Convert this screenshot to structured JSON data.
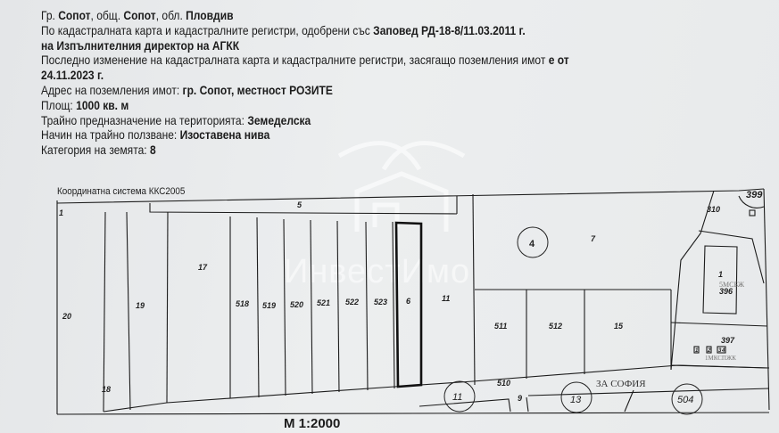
{
  "header": {
    "lines": [
      {
        "parts": [
          {
            "t": "Гр. ",
            "b": false
          },
          {
            "t": "Сопот",
            "b": true
          },
          {
            "t": ", общ. ",
            "b": false
          },
          {
            "t": "Сопот",
            "b": true
          },
          {
            "t": ", обл. ",
            "b": false
          },
          {
            "t": "Пловдив",
            "b": true
          }
        ]
      },
      {
        "parts": [
          {
            "t": "По кадастралната карта и кадастралните регистри, одобрени със ",
            "b": false
          },
          {
            "t": "Заповед РД-18-8/11.03.2011 г.",
            "b": true
          }
        ]
      },
      {
        "parts": [
          {
            "t": "на Изпълнителния директор на АГКК",
            "b": true
          }
        ]
      },
      {
        "parts": [
          {
            "t": "Последно изменение на кадастралната карта и кадастралните регистри, засягащо поземления имот ",
            "b": false
          },
          {
            "t": "е от",
            "b": true
          }
        ]
      },
      {
        "parts": [
          {
            "t": "24.11.2023 г.",
            "b": true
          }
        ]
      },
      {
        "parts": [
          {
            "t": "Адрес на поземления имот: ",
            "b": false
          },
          {
            "t": "гр. Сопот, местност РОЗИТЕ",
            "b": true
          }
        ]
      },
      {
        "parts": [
          {
            "t": "Площ: ",
            "b": false
          },
          {
            "t": "1000 кв. м",
            "b": true
          }
        ]
      },
      {
        "parts": [
          {
            "t": "Трайно предназначение на територията: ",
            "b": false
          },
          {
            "t": "Земеделска",
            "b": true
          }
        ]
      },
      {
        "parts": [
          {
            "t": "Начин на трайно ползване: ",
            "b": false
          },
          {
            "t": "Изоставена нива",
            "b": true
          }
        ]
      },
      {
        "parts": [
          {
            "t": "Категория на земята: ",
            "b": false
          },
          {
            "t": "8",
            "b": true
          }
        ]
      }
    ]
  },
  "map": {
    "coordinate_system": "Координатна система ККС2005",
    "scale": "M 1:2000",
    "road_name": "ЗА СОФИЯ",
    "building_labels": [
      "5МСБЖ",
      "1МКСПЖК"
    ],
    "parcels": {
      "p1": "1",
      "p5": "5",
      "p17": "17",
      "p18": "18",
      "p19": "19",
      "p20": "20",
      "p518": "518",
      "p519": "519",
      "p520": "520",
      "p521": "521",
      "p522": "522",
      "p523": "523",
      "p6": "6",
      "p11": "11",
      "p4": "4",
      "p7": "7",
      "p511": "511",
      "p512": "512",
      "p15": "15",
      "p510": "510",
      "p9": "9",
      "c11": "11",
      "c13": "13",
      "c504": "504",
      "p310": "310",
      "p399": "399",
      "b1": "1",
      "p396": "396",
      "p397": "397",
      "b1a": "1",
      "b2": "2",
      "b3": "3",
      "b4": "4"
    },
    "highlighted_parcel": "6"
  },
  "watermark": "ИнвестИмо"
}
